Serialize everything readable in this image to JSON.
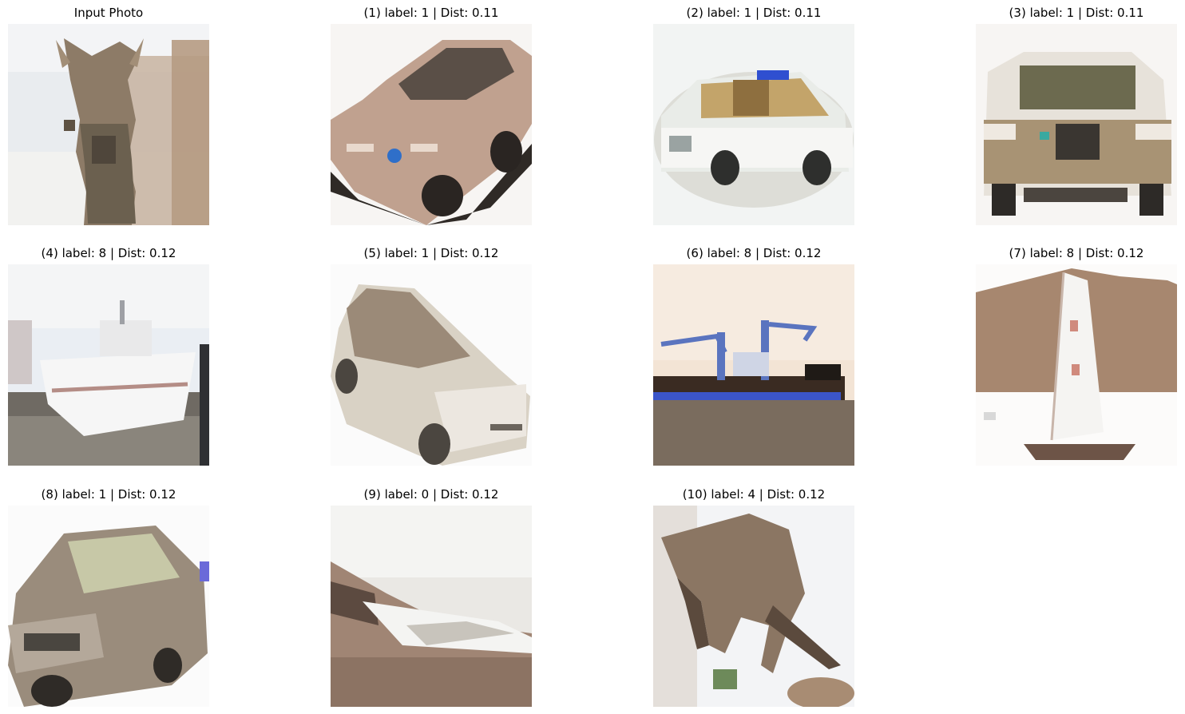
{
  "figure": {
    "panels": [
      {
        "id": "input",
        "title": "Input Photo",
        "subject": "deer",
        "palette": {
          "bg": "#e9ecef",
          "main": "#8d7b67",
          "dark": "#5e5243",
          "accent": "#c1a58b"
        }
      },
      {
        "id": "r1",
        "title": "(1) label: 1 | Dist: 0.11",
        "subject": "car",
        "palette": {
          "bg": "#f7f5f3",
          "main": "#b49382",
          "dark": "#3f3a36",
          "accent": "#2f6fc9"
        }
      },
      {
        "id": "r2",
        "title": "(2) label: 1 | Dist: 0.11",
        "subject": "car",
        "palette": {
          "bg": "#f2f4f3",
          "main": "#e9ece8",
          "dark": "#2e2f2d",
          "accent": "#c3a46a"
        }
      },
      {
        "id": "r3",
        "title": "(3) label: 1 | Dist: 0.11",
        "subject": "car",
        "palette": {
          "bg": "#f7f5f3",
          "main": "#a89374",
          "dark": "#2d2a27",
          "accent": "#e7e2da"
        }
      },
      {
        "id": "r4",
        "title": "(4) label: 8 | Dist: 0.12",
        "subject": "boat",
        "palette": {
          "bg": "#eaeef3",
          "main": "#f2f2f2",
          "dark": "#5d5a56",
          "accent": "#b48d86"
        }
      },
      {
        "id": "r5",
        "title": "(5) label: 1 | Dist: 0.12",
        "subject": "car",
        "palette": {
          "bg": "#fbfbfb",
          "main": "#d9d2c5",
          "dark": "#4b4640",
          "accent": "#a58f79"
        }
      },
      {
        "id": "r6",
        "title": "(6) label: 8 | Dist: 0.12",
        "subject": "ship",
        "palette": {
          "bg": "#f3e4d5",
          "main": "#7a6c5e",
          "dark": "#3a2b22",
          "accent": "#3b55c9"
        }
      },
      {
        "id": "r7",
        "title": "(7) label: 8 | Dist: 0.12",
        "subject": "sailboat",
        "palette": {
          "bg": "#fcfbfa",
          "main": "#a7876f",
          "dark": "#6d5447",
          "accent": "#f5f4f2"
        }
      },
      {
        "id": "r8",
        "title": "(8) label: 1 | Dist: 0.12",
        "subject": "car",
        "palette": {
          "bg": "#fbfbfb",
          "main": "#9a8c7c",
          "dark": "#2f2b27",
          "accent": "#c7c8a7"
        }
      },
      {
        "id": "r9",
        "title": "(9) label: 0 | Dist: 0.12",
        "subject": "airplane",
        "palette": {
          "bg": "#eae8e4",
          "main": "#a08574",
          "dark": "#5c4a40",
          "accent": "#f4f4f2"
        }
      },
      {
        "id": "r10",
        "title": "(10) label: 4 | Dist: 0.12",
        "subject": "deer",
        "palette": {
          "bg": "#f3f4f6",
          "main": "#8b7663",
          "dark": "#5b4a3d",
          "accent": "#6d8a5a"
        }
      }
    ]
  }
}
